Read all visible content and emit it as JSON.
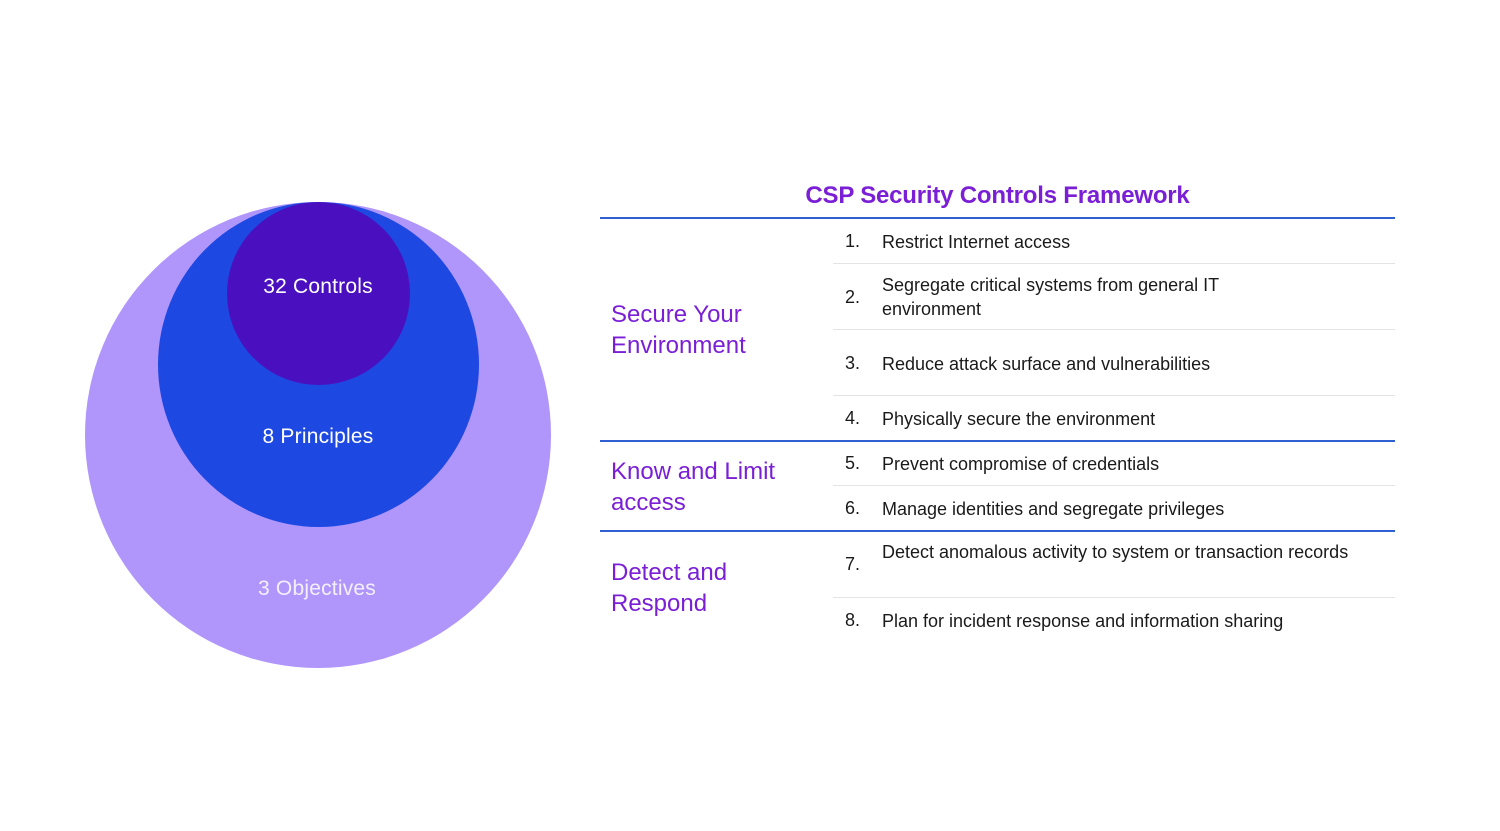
{
  "diagram": {
    "circles": [
      {
        "label": "3 Objectives",
        "color": "#b096fb"
      },
      {
        "label": "8 Principles",
        "color": "#1e48e2"
      },
      {
        "label": "32 Controls",
        "color": "#4a10c0"
      }
    ]
  },
  "framework": {
    "title": "CSP Security Controls Framework",
    "title_color": "#7a1fd6",
    "divider_color": "#2f5fd0",
    "objectives": [
      {
        "label": "Secure Your Environment"
      },
      {
        "label": "Know and Limit access"
      },
      {
        "label": "Detect and Respond"
      }
    ],
    "principles": [
      {
        "number": "1.",
        "text": "Restrict Internet access"
      },
      {
        "number": "2.",
        "text": "Segregate critical systems from general IT environment"
      },
      {
        "number": "3.",
        "text": "Reduce attack surface and vulnerabilities"
      },
      {
        "number": "4.",
        "text": "Physically secure the environment"
      },
      {
        "number": "5.",
        "text": "Prevent compromise of credentials"
      },
      {
        "number": "6.",
        "text": "Manage identities and segregate privileges"
      },
      {
        "number": "7.",
        "text": "Detect anomalous activity to system or transaction records"
      },
      {
        "number": "8.",
        "text": "Plan for incident response and information sharing"
      }
    ]
  }
}
